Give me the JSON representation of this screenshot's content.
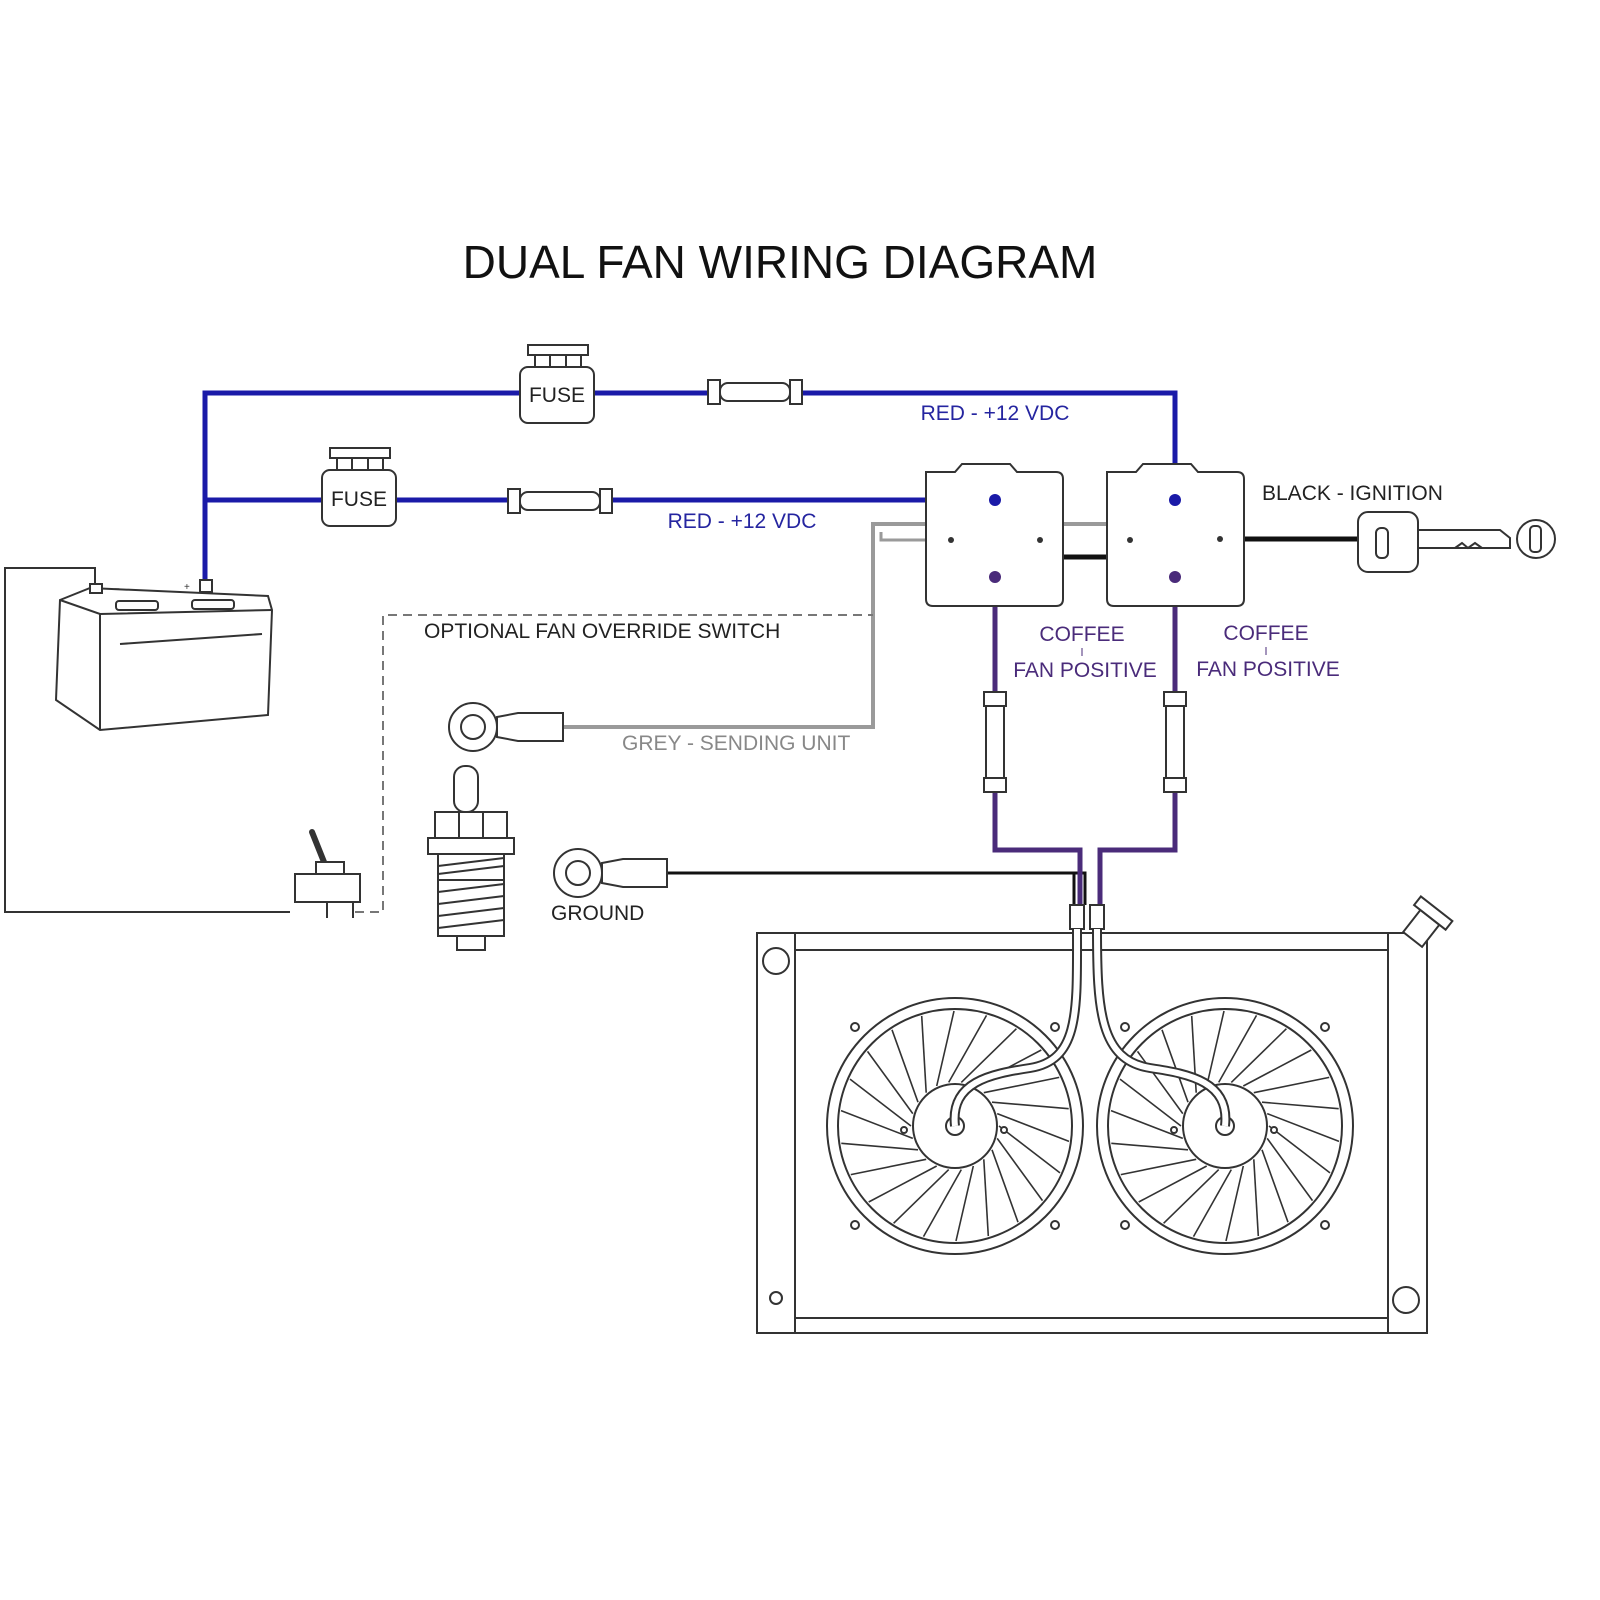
{
  "title": "DUAL FAN WIRING DIAGRAM",
  "fuses": [
    "FUSE",
    "FUSE"
  ],
  "wire_labels": {
    "red_upper": "RED - +12 VDC",
    "red_lower": "RED - +12 VDC",
    "black": "BLACK - IGNITION",
    "grey": "GREY - SENDING UNIT",
    "ground": "GROUND",
    "override": "OPTIONAL FAN OVERRIDE SWITCH"
  },
  "fan_positive": [
    {
      "line1": "COFFEE",
      "line2": "FAN POSITIVE"
    },
    {
      "line1": "COFFEE",
      "line2": "FAN POSITIVE"
    }
  ],
  "colors": {
    "red_wire": "#1a1aa8",
    "label_blue": "#2525a0",
    "fan_wire": "#4a2b7a",
    "grey_wire": "#9a9a9a",
    "black_wire": "#111111",
    "outline": "#333333"
  }
}
